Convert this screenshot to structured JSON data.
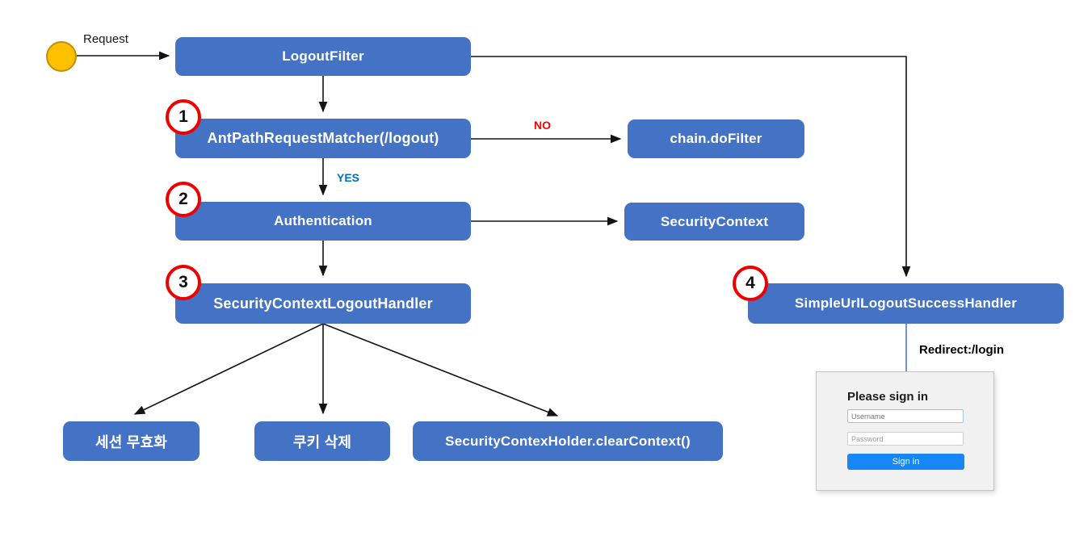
{
  "diagram": {
    "request_label": "Request",
    "no_label": "NO",
    "yes_label": "YES",
    "redirect_label": "Redirect:/login",
    "nodes": {
      "logout_filter": "LogoutFilter",
      "ant_path_request_matcher": "AntPathRequestMatcher(/logout)",
      "chain_do_filter": "chain.doFilter",
      "authentication": "Authentication",
      "security_context": "SecurityContext",
      "security_context_logout_handler": "SecurityContextLogoutHandler",
      "simple_url_logout_success_handler": "SimpleUrlLogoutSuccessHandler",
      "session_invalidation": "세션 무효화",
      "cookie_deletion": "쿠키 삭제",
      "clear_context": "SecurityContexHolder.clearContext()"
    },
    "step_badges": {
      "step1": "1",
      "step2": "2",
      "step3": "3",
      "step4": "4"
    },
    "colors": {
      "node_blue": "#4472C4",
      "badge_ring_red": "#EE0000",
      "start_circle_fill": "#FFC000",
      "start_circle_border": "#BF9000",
      "no_red": "#FF0000",
      "yes_blue": "#0070C0",
      "arrow_black": "#141414",
      "connector_blue": "#4472C4"
    }
  },
  "signin_form": {
    "title": "Please sign in",
    "username_placeholder": "Username",
    "password_placeholder": "Password",
    "submit_label": "Sign in"
  }
}
